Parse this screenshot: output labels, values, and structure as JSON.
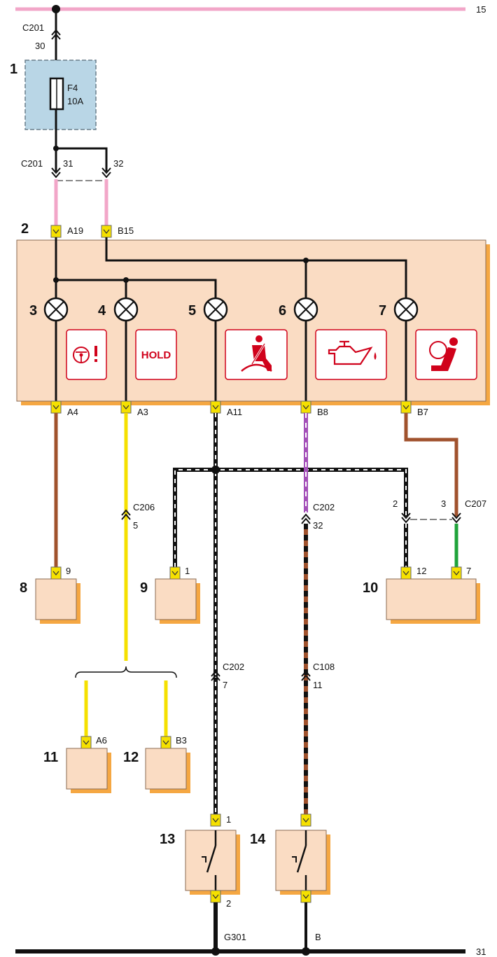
{
  "rails": {
    "top_label": "15",
    "bottom_label": "31"
  },
  "fuse": {
    "callout": "1",
    "name": "F4",
    "rating": "10A",
    "conn_top": "C201",
    "pin_top": "30",
    "conn_bottom": "C201",
    "pin_a": "31",
    "pin_b": "32"
  },
  "cluster": {
    "callout": "2",
    "pin_a19": "A19",
    "pin_b15": "B15",
    "pin_a4": "A4",
    "pin_a3": "A3",
    "pin_a11": "A11",
    "pin_b8": "B8",
    "pin_b7": "B7",
    "hold_text": "HOLD"
  },
  "lamps": {
    "l3": "3",
    "l4": "4",
    "l5": "5",
    "l6": "6",
    "l7": "7"
  },
  "components": {
    "c8": {
      "callout": "8",
      "pin": "9"
    },
    "c9": {
      "callout": "9",
      "pin": "1"
    },
    "c10": {
      "callout": "10",
      "pin_a": "12",
      "pin_b": "7"
    },
    "c11": {
      "callout": "11",
      "pin": "A6"
    },
    "c12": {
      "callout": "12",
      "pin": "B3"
    },
    "c13": {
      "callout": "13",
      "pin_top": "1",
      "pin_bottom": "2"
    },
    "c14": {
      "callout": "14"
    }
  },
  "connectors": {
    "c206": {
      "name": "C206",
      "pin": "5"
    },
    "c202_top": {
      "name": "C202",
      "pin": "32"
    },
    "c207": {
      "name": "C207",
      "pin_a": "2",
      "pin_b": "3"
    },
    "c202_mid": {
      "name": "C202",
      "pin": "7"
    },
    "c108": {
      "name": "C108",
      "pin": "11"
    }
  },
  "ground": {
    "g301": "G301",
    "b": "B"
  },
  "colors": {
    "pink": "#f2a6c8",
    "brown": "#a0522d",
    "yellow": "#f5e000",
    "purple": "#a34fb8",
    "green": "#1fa33a",
    "black": "#111111",
    "panel": "#fadcc3",
    "shadow": "#f5a742",
    "fuse_box": "#b9d6e6",
    "icon_red": "#d0021b"
  }
}
